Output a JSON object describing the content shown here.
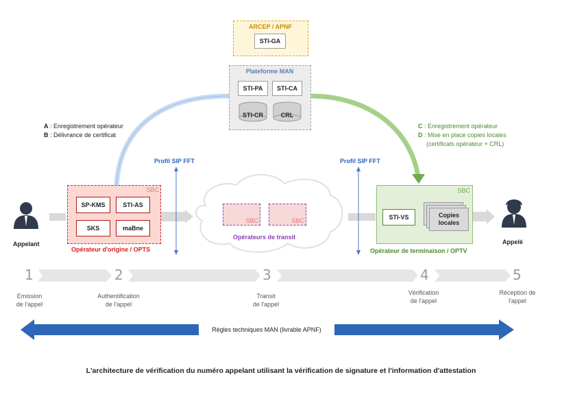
{
  "arcep": {
    "title": "ARCEP / APNF",
    "chip": "STI-GA"
  },
  "man": {
    "title": "Plateforme MAN",
    "chips": [
      "STI-PA",
      "STI-CA",
      "STI-CR",
      "CRL"
    ]
  },
  "left_notes": {
    "a_key": "A",
    "a_text": " : Enregistrement opérateur",
    "b_key": "B",
    "b_text": " : Délivrance de certificat"
  },
  "right_notes": {
    "c_key": "C",
    "c_text": " : Enregistrement opérateur",
    "d_key": "D",
    "d_text": " : Mise en place copies locales",
    "d_text2": "(certificats opérateur + CRL)"
  },
  "profile_left": "Profil SIP FFT",
  "profile_right": "Profil SIP FFT",
  "origin": {
    "sbc": "SBC",
    "chips": [
      "SP-KMS",
      "STI-AS",
      "SKS",
      "maBne"
    ],
    "label": "Opérateur d'origine / OPTS"
  },
  "transit": {
    "sbc1": "SBC",
    "sbc2": "SBC",
    "label": "Opérateurs de transit"
  },
  "termination": {
    "sbc": "SBC",
    "chip": "STI-VS",
    "copies": "Copies\nlocales",
    "label": "Opérateur de terminaison / OPTV"
  },
  "caller": "Appelant",
  "callee": "Appelé",
  "steps": [
    {
      "num": "1",
      "label": "Emission\nde l'appel"
    },
    {
      "num": "2",
      "label": "Authentification\nde l'appel"
    },
    {
      "num": "3",
      "label": "Transit\nde l'appel"
    },
    {
      "num": "4",
      "label": "Vérification\nde l'appel"
    },
    {
      "num": "5",
      "label": "Réception de\nl'appel"
    }
  ],
  "rules": "Règles techniques MAN (livrable APNF)",
  "caption": "L'architecture de vérification du numéro appelant utilisant la vérification de signature et l'information d'attestation",
  "colors": {
    "orange": "#e8a200",
    "red": "#d42020",
    "green": "#6cab4a",
    "purple": "#8b3fb6",
    "blue": "#2e66b8"
  }
}
